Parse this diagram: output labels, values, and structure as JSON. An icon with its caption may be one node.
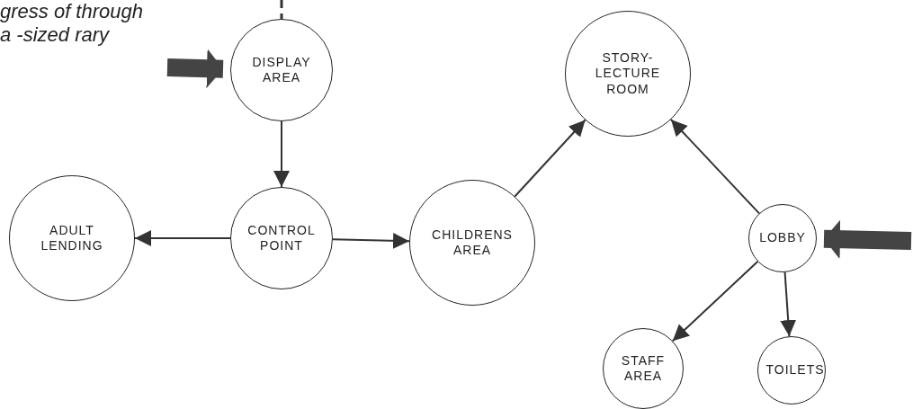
{
  "diagram": {
    "nodes": [
      {
        "text": [
          "DISPLAY AREA"
        ]
      },
      {
        "text": [
          "CONTROL POINT"
        ]
      },
      {
        "text": [
          "ADULT LENDING"
        ]
      },
      {
        "text": [
          "CHILDRENS AREA"
        ]
      },
      {
        "text": [
          "STORY- LECTURE ROOM"
        ]
      },
      {
        "text": [
          "LOBBY"
        ]
      },
      {
        "text": [
          "STAFF AREA"
        ]
      },
      {
        "text": [
          "TOILETS"
        ]
      }
    ],
    "edges": [
      {
        "from": null,
        "to": 0,
        "arrow": "none",
        "style": "dashed"
      },
      {
        "from": null,
        "to": 0,
        "arrow": "to",
        "style": "thick"
      },
      {
        "from": 0,
        "to": 1,
        "arrow": "to"
      },
      {
        "from": 1,
        "to": 2,
        "arrow": "to"
      },
      {
        "from": 1,
        "to": 3,
        "arrow": "to"
      },
      {
        "from": 3,
        "to": 4,
        "arrow": "to"
      },
      {
        "from": 5,
        "to": 4,
        "arrow": "to"
      },
      {
        "from": 5,
        "to": 6,
        "arrow": "to"
      },
      {
        "from": 5,
        "to": 7,
        "arrow": "to"
      },
      {
        "from": null,
        "to": 5,
        "arrow": "to",
        "style": "thick"
      }
    ],
    "labels": [
      "gress of through a -sized rary"
    ]
  }
}
